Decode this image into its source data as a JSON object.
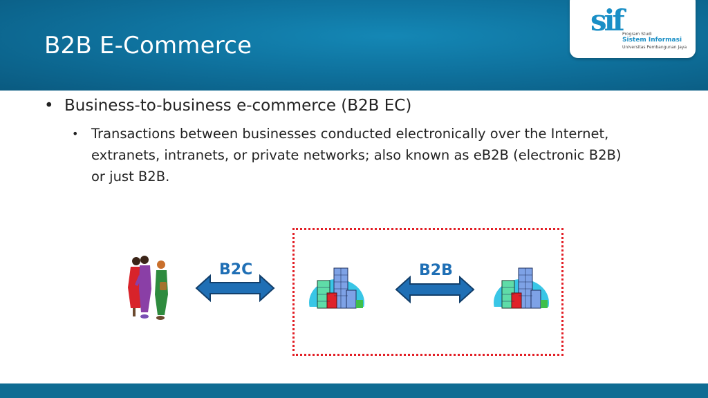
{
  "slide": {
    "title": "B2B E-Commerce"
  },
  "logo": {
    "mark": "sif",
    "line1": "Program Studi",
    "line2": "Sistem Informasi",
    "line3": "Universitas Pembangunan Jaya"
  },
  "content": {
    "bullet1": "Business-to-business e-commerce (B2B EC)",
    "bullet2": "Transactions between businesses conducted electronically over the Internet, extranets, intranets, or private networks; also known as eB2B (electronic B2B) or just B2B.",
    "bullet_char": "•"
  },
  "diagram": {
    "label_left": "B2C",
    "label_right": "B2B",
    "icons": [
      "people-icon",
      "building-icon",
      "building-icon"
    ],
    "colors": {
      "arrow": "#1f6fb5",
      "border": "#e21f26",
      "header": "#0f739f"
    }
  }
}
